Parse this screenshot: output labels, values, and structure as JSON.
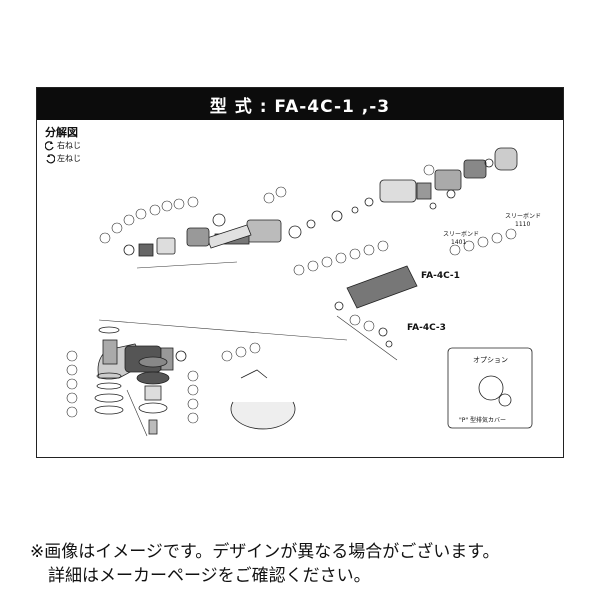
{
  "diagram": {
    "title": "型 式 : FA-4C-1 ,-3",
    "legend_heading": "分解図",
    "legend_right": "右ねじ",
    "legend_left": "左ねじ",
    "model_labels": [
      "FA-4C-1",
      "FA-4C-3"
    ],
    "threadlock_labels": [
      {
        "text": "スリーボンド",
        "code": "1401"
      },
      {
        "text": "スリーボンド",
        "code": "1110"
      }
    ],
    "option_label": "オプション",
    "option_part": "\"P\" 型排気カバー"
  },
  "caption": {
    "line1": "※画像はイメージです。デザインが異なる場合がございます。",
    "line2": "詳細はメーカーページをご確認ください。"
  }
}
